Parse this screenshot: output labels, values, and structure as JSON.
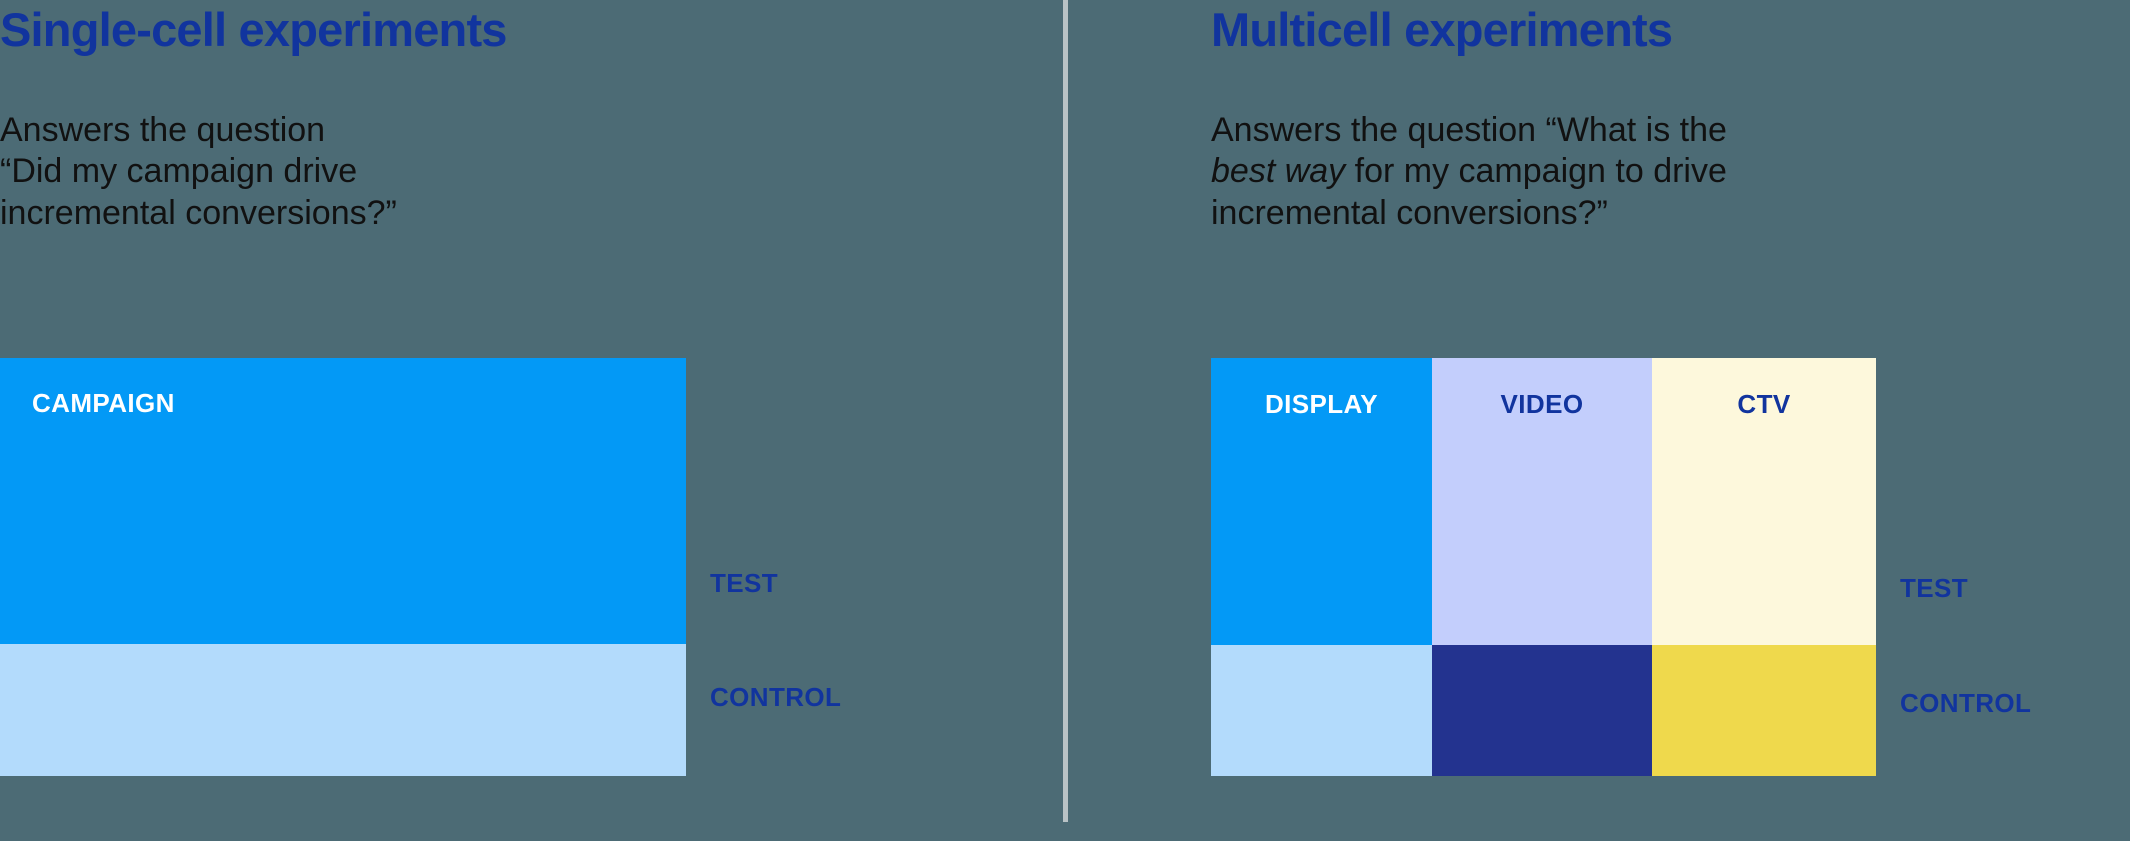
{
  "background_color": "#4c6b75",
  "accent_blue": "#11349e",
  "divider": {
    "color": "#b9c3c6"
  },
  "panels": {
    "left": {
      "heading": "Single-cell experiments",
      "description_line1": "Answers the question",
      "description_line2": "“Did my campaign drive",
      "description_line3": "incremental conversions?”",
      "diagram": {
        "type": "stacked-bar",
        "cells": [
          {
            "label": "CAMPAIGN",
            "row": "test",
            "fill": "#0399f6",
            "text_color": "#ffffff"
          },
          {
            "label": "",
            "row": "control",
            "fill": "#b3dbfc",
            "text_color": "#11349e"
          }
        ],
        "legend": {
          "test": "TEST",
          "control": "CONTROL"
        }
      }
    },
    "right": {
      "heading": "Multicell experiments",
      "description_line1": "Answers the question “What is the",
      "description_line2_italic": "best way",
      "description_line2_rest": " for my campaign to drive",
      "description_line3": "incremental conversions?”",
      "diagram": {
        "type": "grid",
        "columns": [
          "DISPLAY",
          "VIDEO",
          "CTV"
        ],
        "cells": [
          {
            "label": "DISPLAY",
            "row": "test",
            "fill": "#0399f6",
            "text_color": "#ffffff"
          },
          {
            "label": "VIDEO",
            "row": "test",
            "fill": "#c3cefc",
            "text_color": "#11349e"
          },
          {
            "label": "CTV",
            "row": "test",
            "fill": "#fdf8dc",
            "text_color": "#11349e"
          },
          {
            "label": "",
            "row": "control",
            "fill": "#b3dbfc",
            "text_color": "#11349e"
          },
          {
            "label": "",
            "row": "control",
            "fill": "#23338f",
            "text_color": "#ffffff"
          },
          {
            "label": "",
            "row": "control",
            "fill": "#efd94c",
            "text_color": "#11349e"
          }
        ],
        "legend": {
          "test": "TEST",
          "control": "CONTROL"
        }
      }
    }
  }
}
